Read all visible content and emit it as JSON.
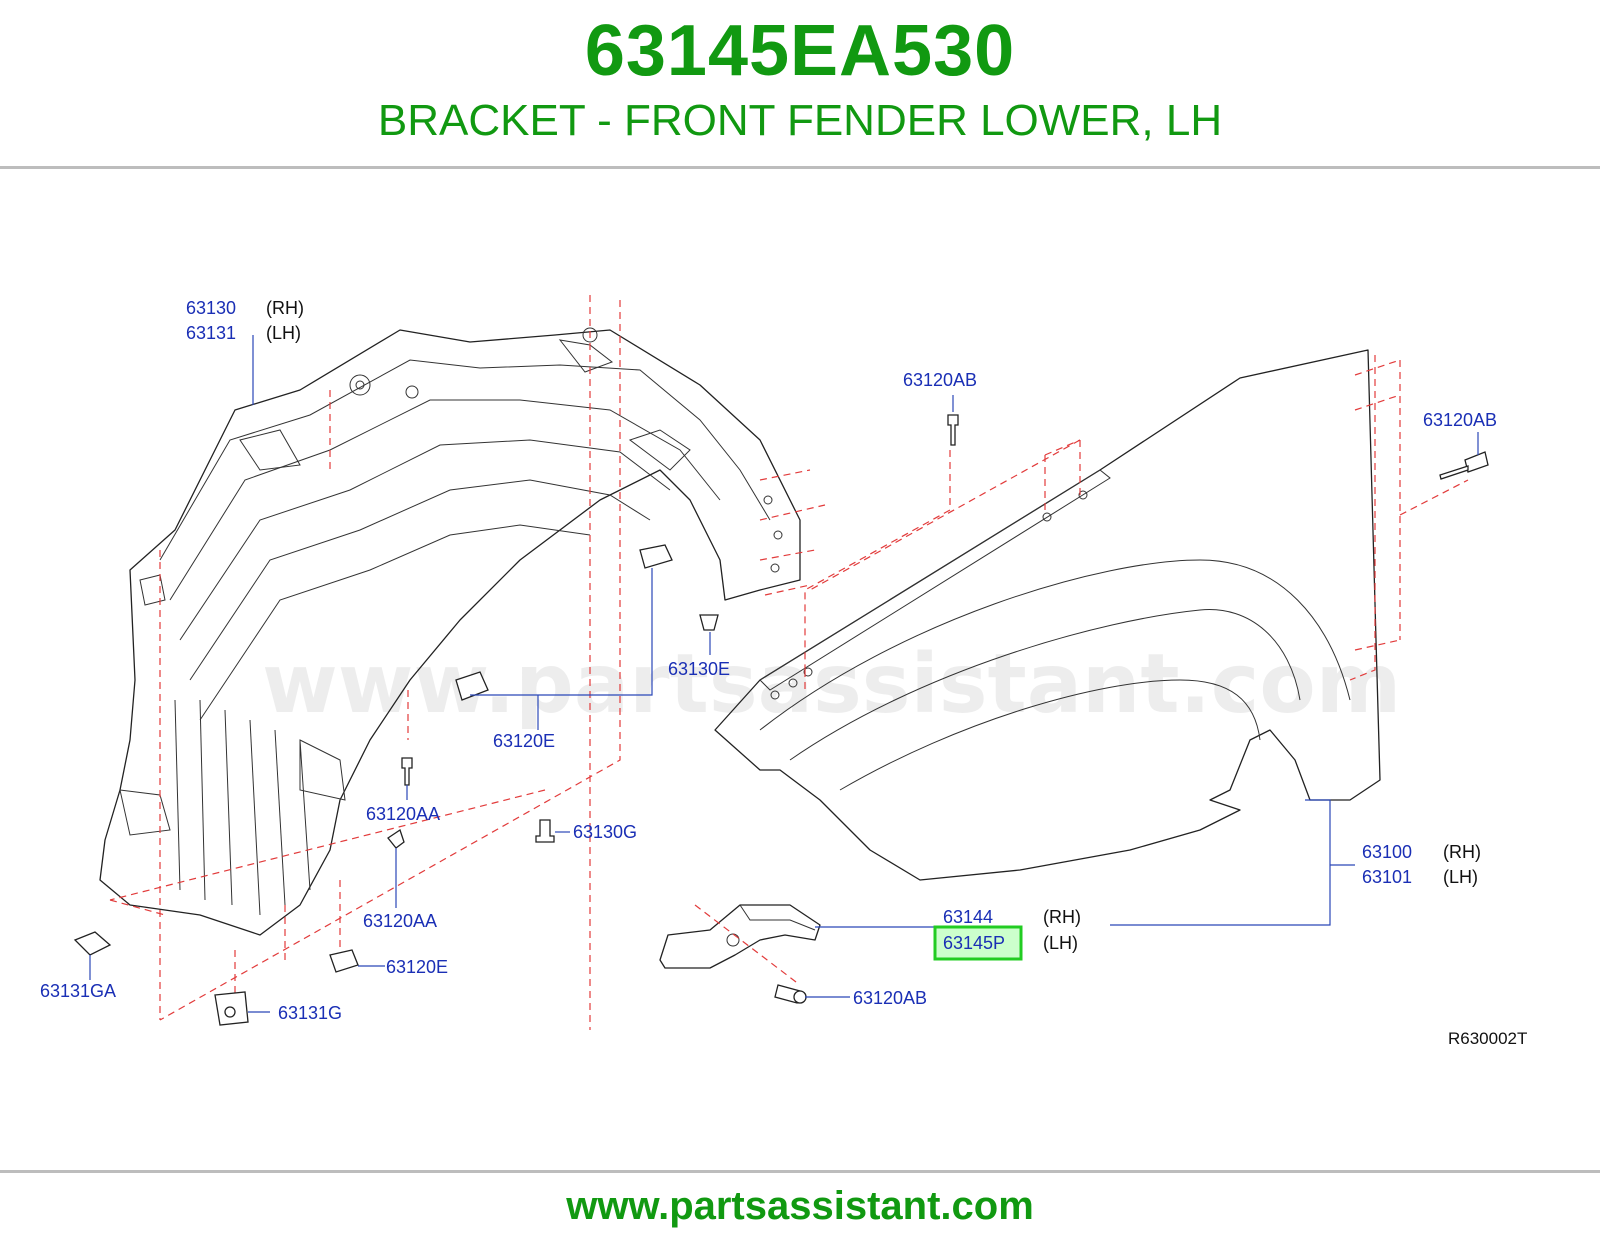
{
  "header": {
    "part_number": "63145EA530",
    "part_name": "BRACKET - FRONT FENDER LOWER, LH"
  },
  "footer": {
    "url": "www.partsassistant.com"
  },
  "diagram": {
    "watermark": "www.partsassistant.com",
    "reference_code": "R630002T",
    "highlight_color": "#22cc22",
    "label_color": "#1a2fb5",
    "dash_color": "#e23b3b",
    "callouts": {
      "c63130": "63130",
      "c63130_side": "(RH)",
      "c63131": "63131",
      "c63131_side": "(LH)",
      "c63120ab_top": "63120AB",
      "c63120ab_right": "63120AB",
      "c63130e": "63130E",
      "c63120e_mid": "63120E",
      "c63120aa_1": "63120AA",
      "c63120aa_2": "63120AA",
      "c63130g": "63130G",
      "c63100": "63100",
      "c63100_side": "(RH)",
      "c63101": "63101",
      "c63101_side": "(LH)",
      "c63144": "63144",
      "c63144_side": "(RH)",
      "c63145p": "63145P",
      "c63145p_side": "(LH)",
      "c63120ab_bottom": "63120AB",
      "c63120e_low": "63120E",
      "c63131ga": "63131GA",
      "c63131g": "63131G"
    }
  }
}
